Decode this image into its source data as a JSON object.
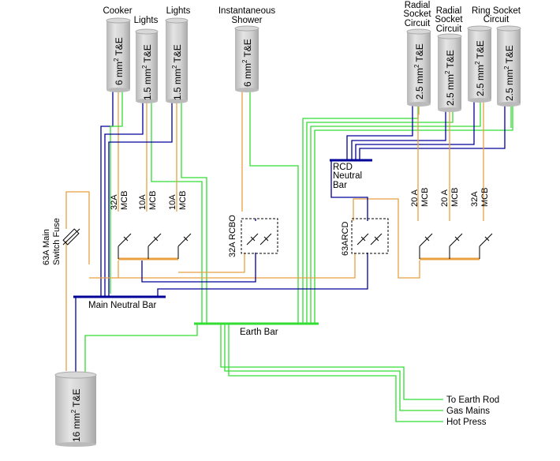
{
  "cables": {
    "cooker": {
      "title": "Cooker",
      "size": "6 mm",
      "sup": "2",
      "type": "T&E"
    },
    "lights1": {
      "title": "Lights",
      "size": "1.5 mm",
      "sup": "2",
      "type": "T&E"
    },
    "lights2": {
      "title": "Lights",
      "size": "1.5 mm",
      "sup": "2",
      "type": "T&E"
    },
    "shower": {
      "title1": "Instantaneous",
      "title2": "Shower",
      "size": "6 mm",
      "sup": "2",
      "type": "T&E"
    },
    "radial1": {
      "title1": "Radial",
      "title2": "Socket",
      "title3": "Circuit",
      "size": "2.5 mm",
      "sup": "2",
      "type": "T&E"
    },
    "radial2": {
      "title1": "Radial",
      "title2": "Socket",
      "title3": "Circuit",
      "size": "2.5 mm",
      "sup": "2",
      "type": "T&E"
    },
    "ring": {
      "title1": "Ring Socket",
      "title2": "Circuit",
      "size": "2.5 mm",
      "sup": "2",
      "type": "T&E"
    },
    "ring2": {
      "size": "2.5 mm",
      "sup": "2",
      "type": "T&E"
    },
    "main": {
      "size": "16 mm",
      "sup": "2",
      "type": "T&E"
    }
  },
  "breakers": {
    "b1": {
      "rating": "32A",
      "kind": "MCB"
    },
    "b2": {
      "rating": "10A",
      "kind": "MCB"
    },
    "b3": {
      "rating": "10A",
      "kind": "MCB"
    },
    "rcbo": {
      "label": "32A RCBO"
    },
    "rcd": {
      "label": "63ARCD"
    },
    "b4": {
      "rating": "20 A",
      "kind": "MCB"
    },
    "b5": {
      "rating": "20 A",
      "kind": "MCB"
    },
    "b6": {
      "rating": "32A",
      "kind": "MCB"
    }
  },
  "main_switch": {
    "line1": "63A Main",
    "line2": "Switch Fuse"
  },
  "bars": {
    "main_neutral": "Main Neutral Bar",
    "earth": "Earth Bar",
    "rcd_neutral_1": "RCD",
    "rcd_neutral_2": "Neutral",
    "rcd_neutral_3": "Bar"
  },
  "earth_outputs": [
    "To Earth Rod",
    "Gas Mains",
    "Hot Press"
  ],
  "colors": {
    "earth": "#33dd33",
    "neutral": "#000099",
    "live": "#e8a040",
    "cable": "#cccccc",
    "cable_edge": "#999999"
  }
}
